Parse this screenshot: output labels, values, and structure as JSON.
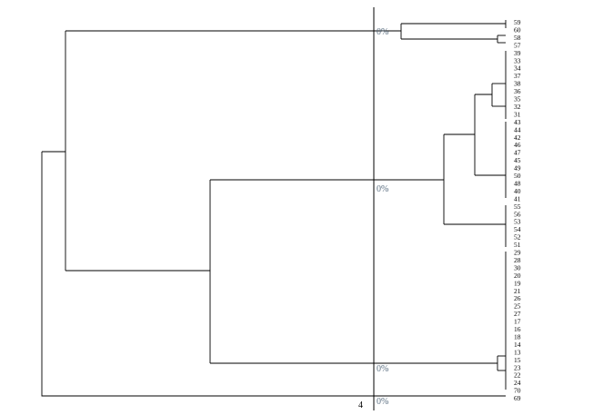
{
  "dendrogram": {
    "leaves": [
      "59",
      "60",
      "58",
      "57",
      "39",
      "33",
      "34",
      "37",
      "38",
      "36",
      "35",
      "32",
      "31",
      "43",
      "44",
      "42",
      "46",
      "47",
      "45",
      "49",
      "50",
      "48",
      "40",
      "41",
      "55",
      "56",
      "53",
      "54",
      "52",
      "51",
      "29",
      "28",
      "30",
      "20",
      "19",
      "21",
      "26",
      "25",
      "27",
      "17",
      "16",
      "18",
      "14",
      "13",
      "15",
      "23",
      "22",
      "24",
      "70",
      "69"
    ],
    "percent_labels": [
      "0%",
      "0%",
      "0%",
      "0%"
    ],
    "scale_label": "4"
  },
  "colors": {
    "branch": "#000000",
    "percent_label": "#5a6e80"
  }
}
